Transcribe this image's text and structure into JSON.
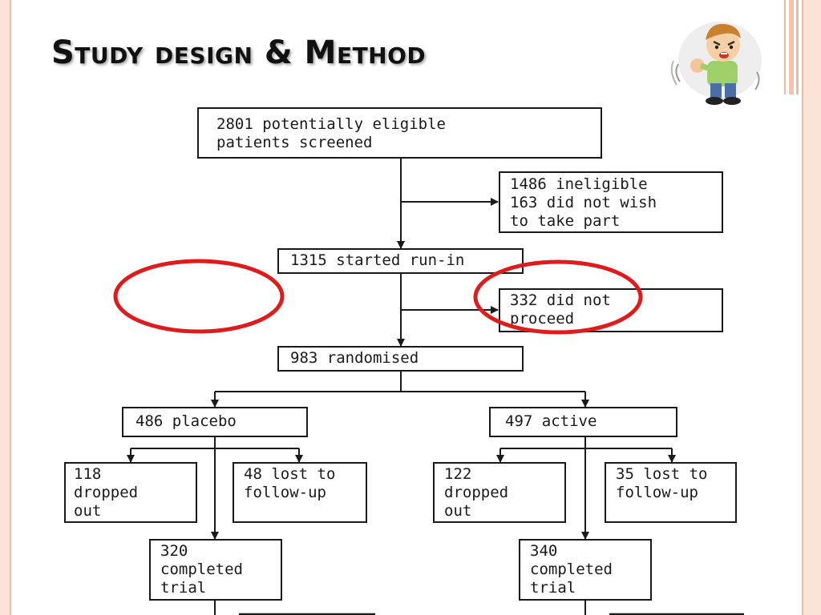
{
  "slide": {
    "title": "Study design  &  Method"
  },
  "flow": {
    "screened": "2801 potentially eligible\npatients screened",
    "excluded": "1486 ineligible\n163 did not wish\nto take part",
    "runin": "1315 started run-in",
    "not_proceed": "332 did not\nproceed",
    "randomised": "983 randomised",
    "placebo": "486 placebo",
    "active": "497 active",
    "placebo_dropped": "118\ndropped\nout",
    "placebo_lost": "48 lost to\nfollow-up",
    "active_dropped": "122\ndropped\nout",
    "active_lost": "35 lost to\nfollow-up",
    "placebo_completed": "320\ncompleted\ntrial",
    "active_completed": "340\ncompleted\ntrial"
  },
  "colors": {
    "highlight_circle": "#e01b1b",
    "frame_light": "#fbe3d8",
    "frame_dark": "#f0b9a4"
  },
  "icons": [
    "angry-boy-clipart"
  ]
}
